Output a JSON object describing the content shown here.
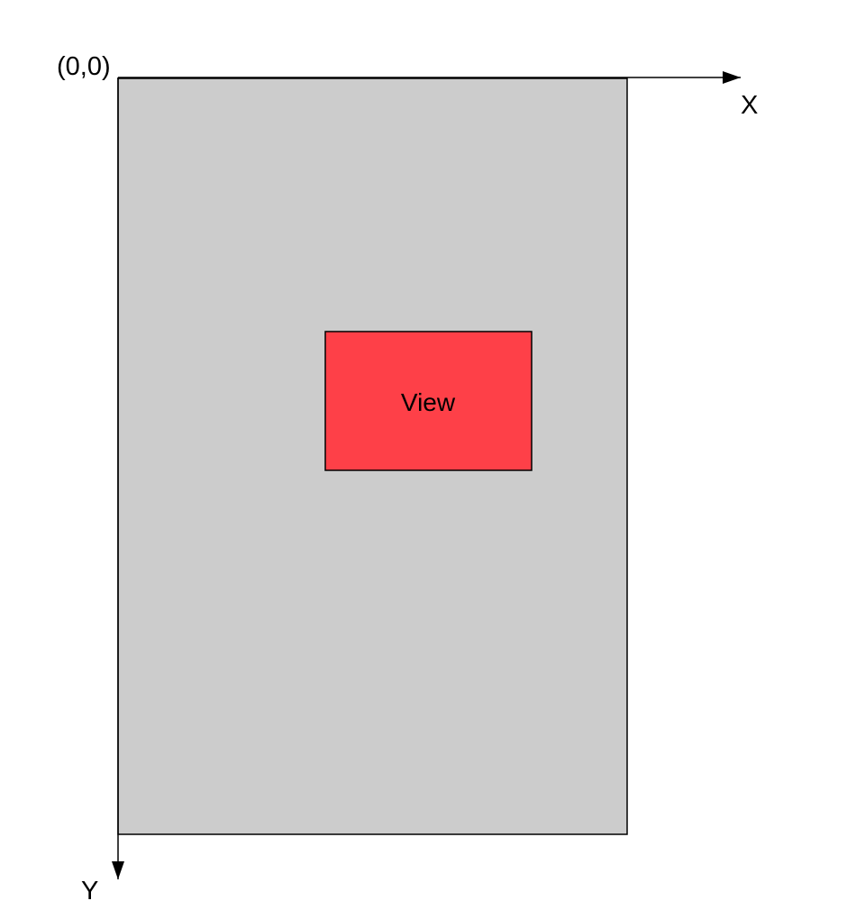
{
  "origin_label": "(0,0)",
  "x_axis_label": "X",
  "y_axis_label": "Y",
  "view_label": "View",
  "colors": {
    "screen_fill": "#cccccc",
    "view_fill": "#fe4048",
    "stroke": "#000000",
    "background": "#ffffff"
  }
}
